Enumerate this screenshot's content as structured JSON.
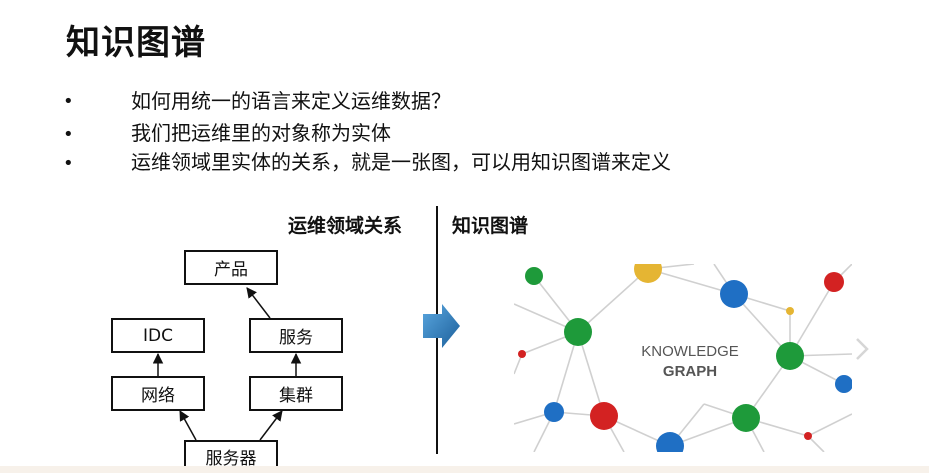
{
  "title": "知识图谱",
  "bullets": [
    {
      "dot": "•",
      "text": "如何用统一的语言来定义运维数据？"
    },
    {
      "dot": "•",
      "text": "我们把运维里的对象称为实体"
    },
    {
      "dot": "•",
      "text": "运维领域里实体的关系，就是一张图，可以用知识图谱来定义"
    }
  ],
  "left_section_label": "运维领域关系",
  "right_section_label": "知识图谱",
  "diagram": {
    "product": "产品",
    "idc": "IDC",
    "service": "服务",
    "network": "网络",
    "cluster": "集群",
    "server": "服务器"
  },
  "graph_image": {
    "line1": "KNOWLEDGE",
    "line2": "GRAPH"
  },
  "colors": {
    "green": "#1e9a3a",
    "blue": "#1f6fc4",
    "red": "#d32222",
    "yellow": "#e5b533",
    "edge": "#cfcfcf",
    "arrow_blue": "#2f7fbf"
  },
  "icons": {
    "transition_arrow": "arrow-right-icon",
    "next_slide": "chevron-right-icon"
  }
}
